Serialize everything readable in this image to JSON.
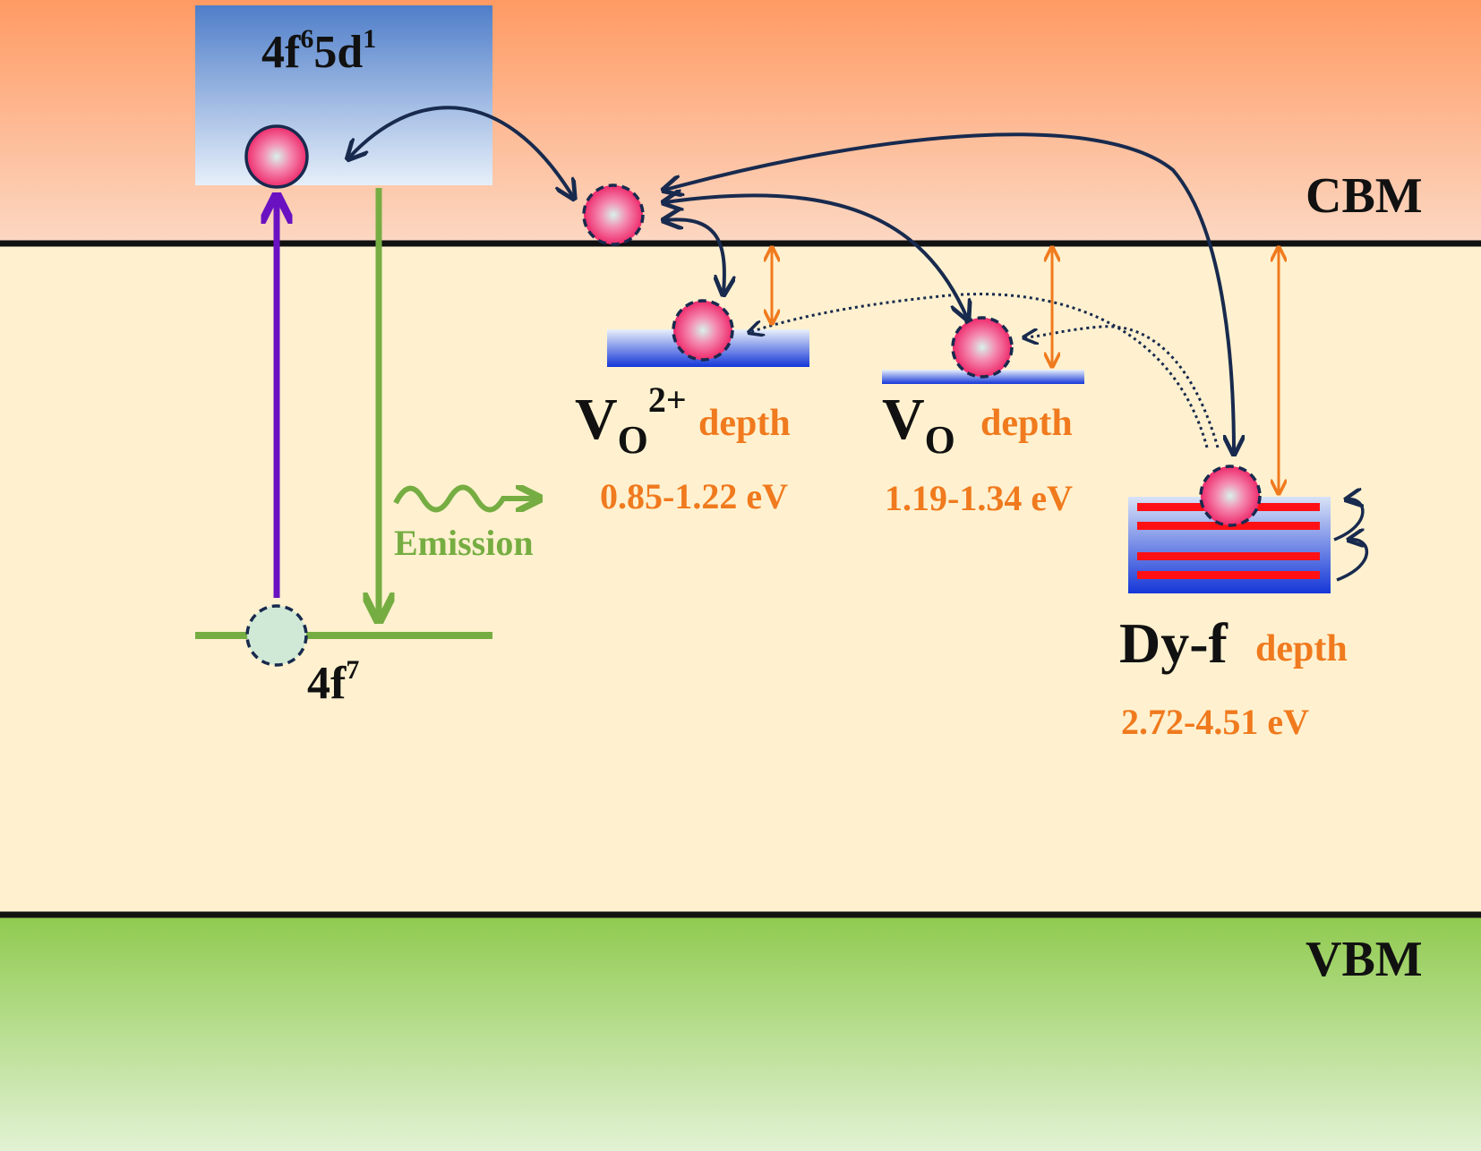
{
  "bands": {
    "cbm_label": "CBM",
    "vbm_label": "VBM"
  },
  "excited_state": {
    "base": "4f",
    "sup1": "6",
    "mid": "5d",
    "sup2": "1"
  },
  "ground_state": {
    "base": "4f",
    "sup": "7"
  },
  "emission_label": "Emission",
  "traps": {
    "vo2": {
      "base": "V",
      "sub": "O",
      "sup": "2+",
      "depth_word": "depth",
      "range": "0.85-1.22 eV"
    },
    "vo": {
      "base": "V",
      "sub": "O",
      "depth_word": "depth",
      "range": "1.19-1.34 eV"
    },
    "dy": {
      "name": "Dy-f",
      "depth_word": "depth",
      "range": "2.72-4.51 eV"
    }
  },
  "colors": {
    "conduction_band_top": "#ff9a63",
    "conduction_band_bottom": "#fcd8c3",
    "gap": "#fff1cf",
    "valence_band_top": "#8fca4e",
    "valence_band_bottom": "#e2f2d4",
    "excited_box_top": "#4f7ec9",
    "excited_box_bottom": "#e6effa",
    "electron": "#f03d78",
    "hole": "#cfe9d6",
    "arrow_dark": "#182a4e",
    "excitation_arrow": "#6a12c2",
    "emission_green": "#76ad42",
    "depth_orange": "#f07a1e",
    "trap_level_blue": "#1537d8",
    "dy_stripe_red": "#ff1014"
  }
}
